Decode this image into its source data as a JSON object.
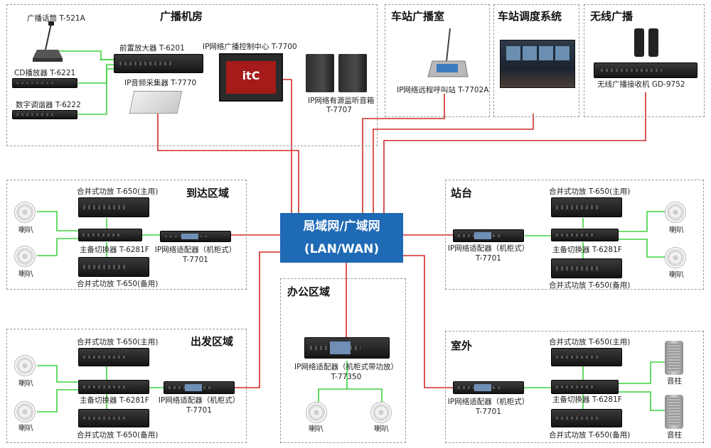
{
  "zones": {
    "broadcast_room": "广播机房",
    "station_room": "车站广播室",
    "dispatch": "车站调度系统",
    "wireless": "无线广播",
    "arrival": "到达区域",
    "platform": "站台",
    "office": "办公区域",
    "departure": "出发区域",
    "outdoor": "室外"
  },
  "network": {
    "line1": "局域网/广域网",
    "line2": "(LAN/WAN)"
  },
  "devices": {
    "paging_mic": "广播话筒  T-521A",
    "cd_player": "CD播放器  T-6221",
    "tuner": "数字调谐器  T-6222",
    "preamp": "前置放大器  T-6201",
    "audio_collector": "IP音频采集器  T-7770",
    "control_center": "IP网络广播控制中心  T-7700",
    "control_center_logo": "itC",
    "monitor_speaker_1": "IP网络有源监听音箱",
    "monitor_speaker_2": "T-7707",
    "remote_paging": "IP网络远程呼叫站  T-7702A",
    "wireless_receiver": "无线广播接收机  GD-9752"
  },
  "arrival": {
    "amp_main": "合并式功放  T-650(主用)",
    "switcher": "主备切换器  T-6281F",
    "amp_backup": "合并式功放  T-650(备用)",
    "adapter_1": "IP网络适配器（机柜式）",
    "adapter_2": "T-7701",
    "speaker_1": "喇叭",
    "speaker_2": "喇叭"
  },
  "platform": {
    "amp_main": "合并式功放  T-650(主用)",
    "switcher": "主备切换器  T-6281F",
    "amp_backup": "合并式功放  T-650(备用)",
    "adapter_1": "IP网络适配器（机柜式）",
    "adapter_2": "T-7701",
    "speaker_1": "喇叭",
    "speaker_2": "喇叭"
  },
  "office": {
    "adapter_1": "IP网络适配器（机柜式带功放）",
    "adapter_2": "T-77350",
    "speaker_1": "喇叭",
    "speaker_2": "喇叭"
  },
  "departure": {
    "amp_main": "合并式功放  T-650(主用)",
    "switcher": "主备切换器  T-6281F",
    "amp_backup": "合并式功放  T-650(备用)",
    "adapter_1": "IP网络适配器（机柜式）",
    "adapter_2": "T-7701",
    "speaker_1": "喇叭",
    "speaker_2": "喇叭"
  },
  "outdoor": {
    "amp_main": "合并式功放  T-650(主用)",
    "switcher": "主备切换器  T-6281F",
    "amp_backup": "合并式功放  T-650(备用)",
    "adapter_1": "IP网络适配器（机柜式）",
    "adapter_2": "T-7701",
    "speaker_1": "音柱",
    "speaker_2": "音柱"
  },
  "colors": {
    "network_line": "#d42a2a",
    "audio_line": "#3fd23f",
    "lan_box": "#1f6ab5",
    "zone_border": "#9a9a9a"
  }
}
